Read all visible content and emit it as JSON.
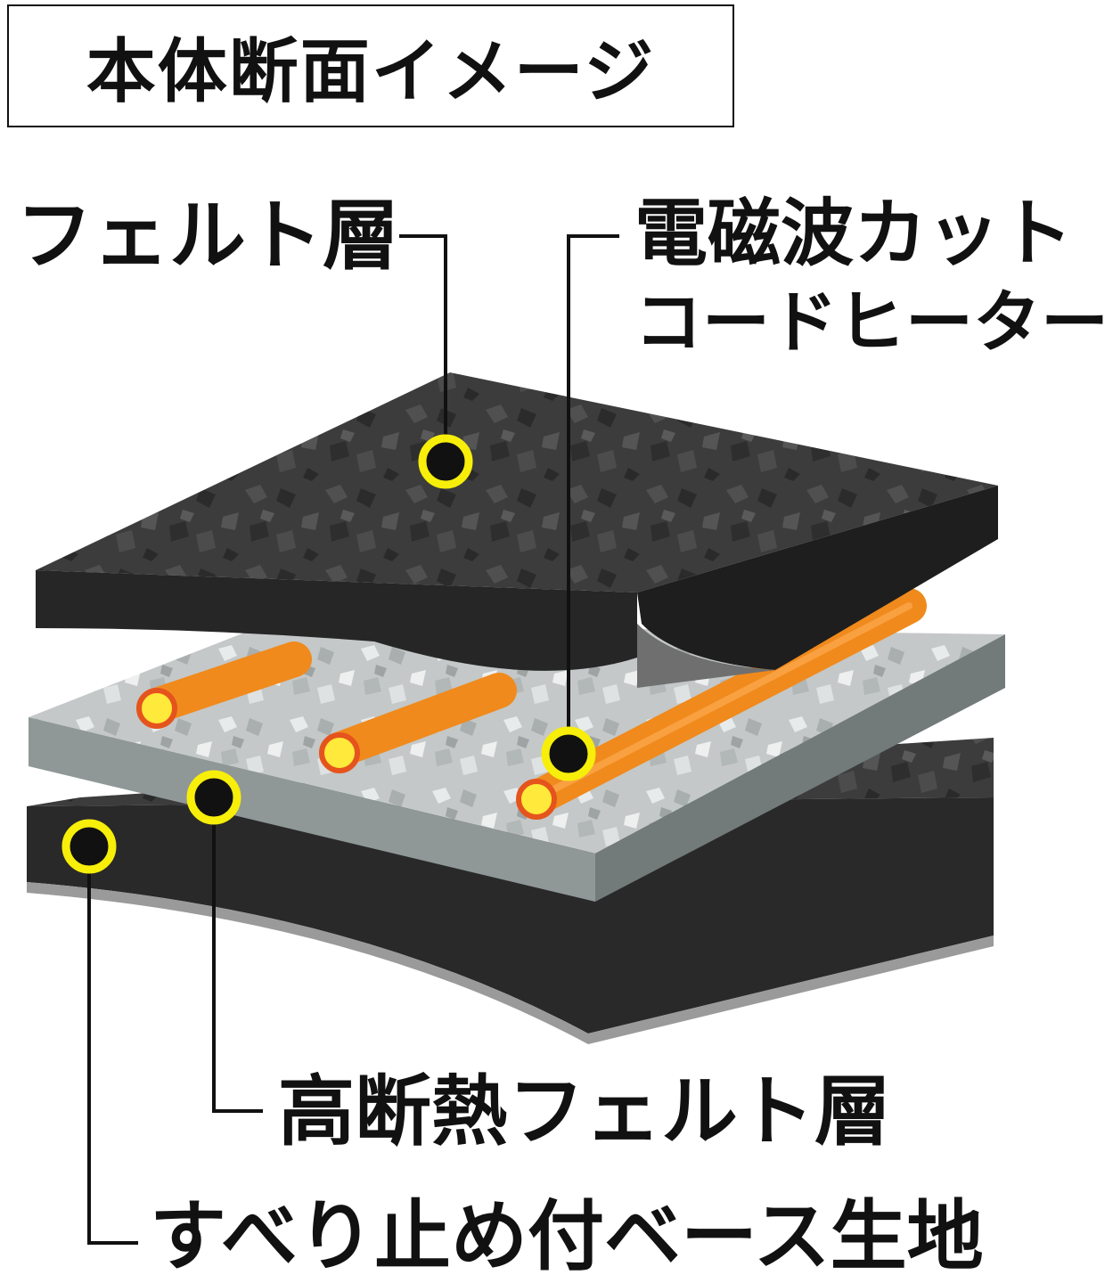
{
  "title": "本体断面イメージ",
  "labels": {
    "felt_layer": "フェルト層",
    "heater_line1": "電磁波カット",
    "heater_line2": "コードヒーター",
    "high_insulation": "高断熱フェルト層",
    "base_fabric": "すべり止め付ベース生地"
  },
  "colors": {
    "felt_dark": "#3c3c3c",
    "felt_side": "#262626",
    "insulation_top": "#c4c8c8",
    "insulation_side": "#8f9797",
    "heater_cord": "#f08a1c",
    "heater_core": "#ffe93a",
    "marker_ring": "#f7ee0a",
    "base_side": "#292929"
  }
}
